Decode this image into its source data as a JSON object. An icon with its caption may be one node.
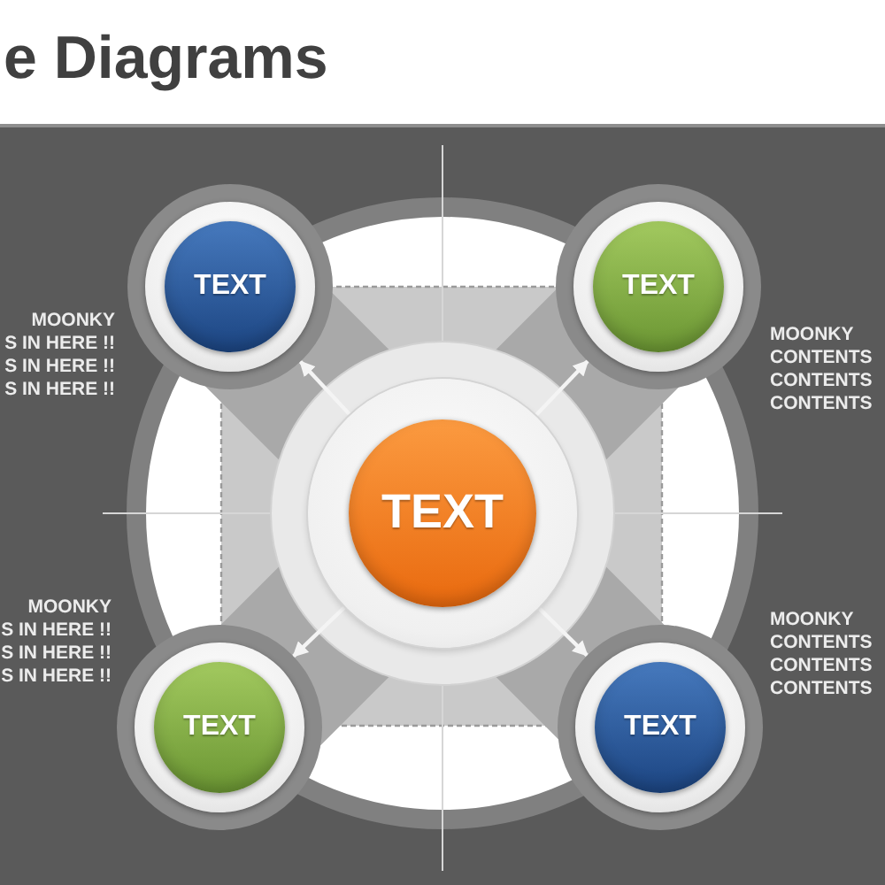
{
  "diagram": {
    "title": "e Diagrams",
    "nodes": [
      {
        "text": [
          "TEXT"
        ],
        "beside": [
          "MOONKY",
          "S IN HERE !!",
          "S IN HERE !!",
          "S IN HERE !!"
        ]
      },
      {
        "text": [
          "TEXT"
        ],
        "beside": [
          "MOONKY",
          "CONTENTS",
          "CONTENTS",
          "CONTENTS"
        ]
      },
      {
        "text": [
          "TEXT"
        ]
      },
      {
        "text": [
          "TEXT"
        ],
        "beside": [
          "MOONKY",
          "S IN HERE !!",
          "S IN HERE !!",
          "S IN HERE !!"
        ]
      },
      {
        "text": [
          "TEXT"
        ],
        "beside": [
          "MOONKY",
          "CONTENTS",
          "CONTENTS",
          "CONTENTS"
        ]
      }
    ],
    "edges": [
      {
        "from": 2,
        "to": 0,
        "arrow": "to"
      },
      {
        "from": 2,
        "to": 1,
        "arrow": "to"
      },
      {
        "from": 2,
        "to": 3,
        "arrow": "to"
      },
      {
        "from": 2,
        "to": 4,
        "arrow": "to"
      }
    ]
  }
}
